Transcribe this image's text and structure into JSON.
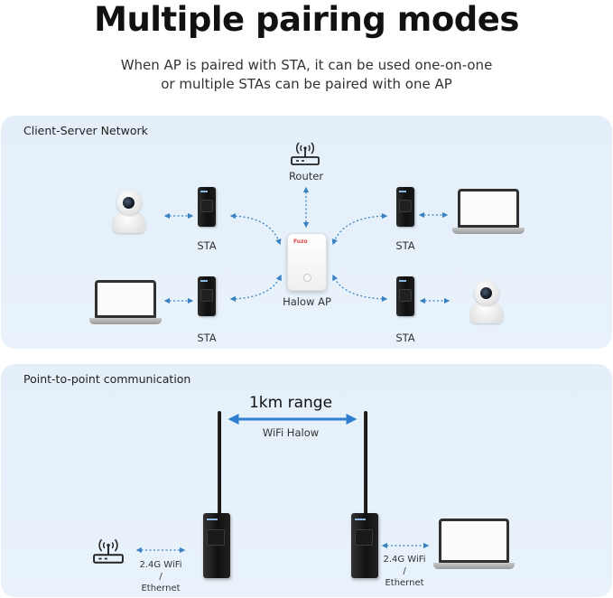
{
  "header": {
    "title": "Multiple pairing modes",
    "subtitle_line1": "When AP is paired with STA, it can be used one-on-one",
    "subtitle_line2": "or multiple STAs can be paired with one AP"
  },
  "client_server": {
    "label": "Client-Server Network",
    "router_label": "Router",
    "ap_label": "Halow AP",
    "ap_brand": "Fuzo",
    "sta_labels": [
      "STA",
      "STA",
      "STA",
      "STA"
    ]
  },
  "point_to_point": {
    "label": "Point-to-point communication",
    "range_label": "1km range",
    "link_label": "WiFi Halow",
    "left_link": {
      "line1": "2.4G WiFi",
      "line2": "/",
      "line3": "Ethernet"
    },
    "right_link": {
      "line1": "2.4G WiFi",
      "line2": "/",
      "line3": "Ethernet"
    }
  },
  "colors": {
    "panel_bg": "#e6f0f9",
    "link_blue": "#2f7fd0",
    "dot_blue": "#3b82c4",
    "device_black": "#151515"
  },
  "icons": [
    "router-icon",
    "camera-icon",
    "laptop-icon",
    "halow-ap-icon",
    "sta-device-icon",
    "arrow-icon"
  ]
}
